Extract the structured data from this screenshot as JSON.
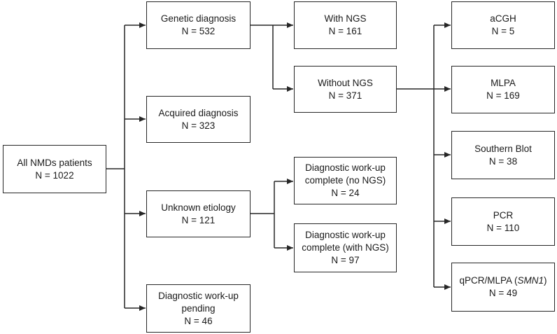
{
  "root": {
    "label": "All NMDs patients",
    "count": "N = 1022"
  },
  "level1": {
    "genetic": {
      "label": "Genetic diagnosis",
      "count": "N = 532"
    },
    "acquired": {
      "label": "Acquired diagnosis",
      "count": "N = 323"
    },
    "unknown": {
      "label": "Unknown etiology",
      "count": "N = 121"
    },
    "pending": {
      "line1": "Diagnostic work-up",
      "line2": "pending",
      "count": "N = 46"
    }
  },
  "level2": {
    "with_ngs": {
      "label": "With NGS",
      "count": "N = 161"
    },
    "without_ngs": {
      "label": "Without NGS",
      "count": "N = 371"
    },
    "complete_no_ngs": {
      "line1": "Diagnostic work-up",
      "line2": "complete (no NGS)",
      "count": "N = 24"
    },
    "complete_with_ngs": {
      "line1": "Diagnostic work-up",
      "line2": "complete (with NGS)",
      "count": "N = 97"
    }
  },
  "level3": {
    "acgh": {
      "label": "aCGH",
      "count": "N = 5"
    },
    "mlpa": {
      "label": "MLPA",
      "count": "N = 169"
    },
    "southern": {
      "label": "Southern Blot",
      "count": "N = 38"
    },
    "pcr": {
      "label": "PCR",
      "count": "N = 110"
    },
    "qpcr": {
      "label_prefix": "qPCR/MLPA (",
      "label_gene": "SMN1",
      "label_suffix": ")",
      "count": "N = 49"
    }
  },
  "colors": {
    "line": "#262626",
    "box_border": "#262626",
    "background": "#ffffff"
  }
}
